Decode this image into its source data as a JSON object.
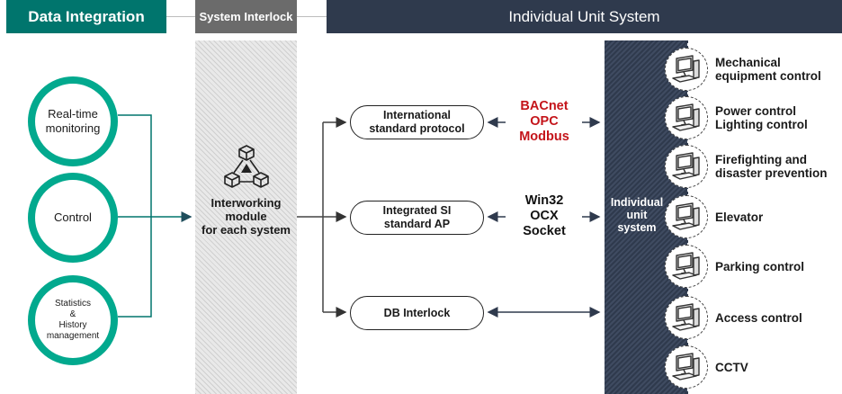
{
  "headers": {
    "data_integration": "Data Integration",
    "system_interlock": "System Interlock",
    "individual_unit_system": "Individual Unit System"
  },
  "circles": [
    {
      "label": "Real-time\nmonitoring"
    },
    {
      "label": "Control"
    },
    {
      "label": "Statistics\n&\nHistory\nmanagement"
    }
  ],
  "module": {
    "label": "Interworking\nmodule\nfor each system",
    "icon": "interworking-module-icon"
  },
  "pills": [
    {
      "label": "International\nstandard protocol"
    },
    {
      "label": "Integrated SI\nstandard AP"
    },
    {
      "label": "DB Interlock"
    }
  ],
  "protocols": [
    {
      "label": "BACnet\nOPC\nModbus",
      "color": "#c4141a"
    },
    {
      "label": "Win32\nOCX\nSocket",
      "color": "#111111"
    }
  ],
  "unit_label": "Individual\nunit\nsystem",
  "systems": [
    {
      "label": "Mechanical\nequipment control"
    },
    {
      "label": "Power control\nLighting control"
    },
    {
      "label": "Firefighting and\ndisaster prevention"
    },
    {
      "label": "Elevator"
    },
    {
      "label": "Parking control"
    },
    {
      "label": "Access control"
    },
    {
      "label": "CCTV"
    }
  ],
  "colors": {
    "teal": "#00756d",
    "circle_border": "#02a98e",
    "gray": "#6b6b6b",
    "navy": "#2f3a4d",
    "protocol_red": "#c4141a"
  }
}
